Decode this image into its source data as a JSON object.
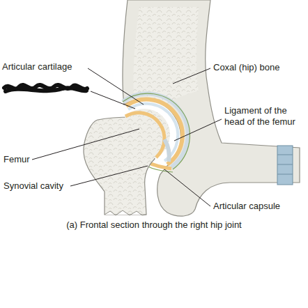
{
  "diagram": {
    "caption": "(a) Frontal section through the right hip joint",
    "labels": [
      "Articular cartilage",
      "Coxal (hip) bone",
      "Ligament of the head of the femur",
      "Femur",
      "Synovial cavity",
      "Articular capsule"
    ]
  }
}
